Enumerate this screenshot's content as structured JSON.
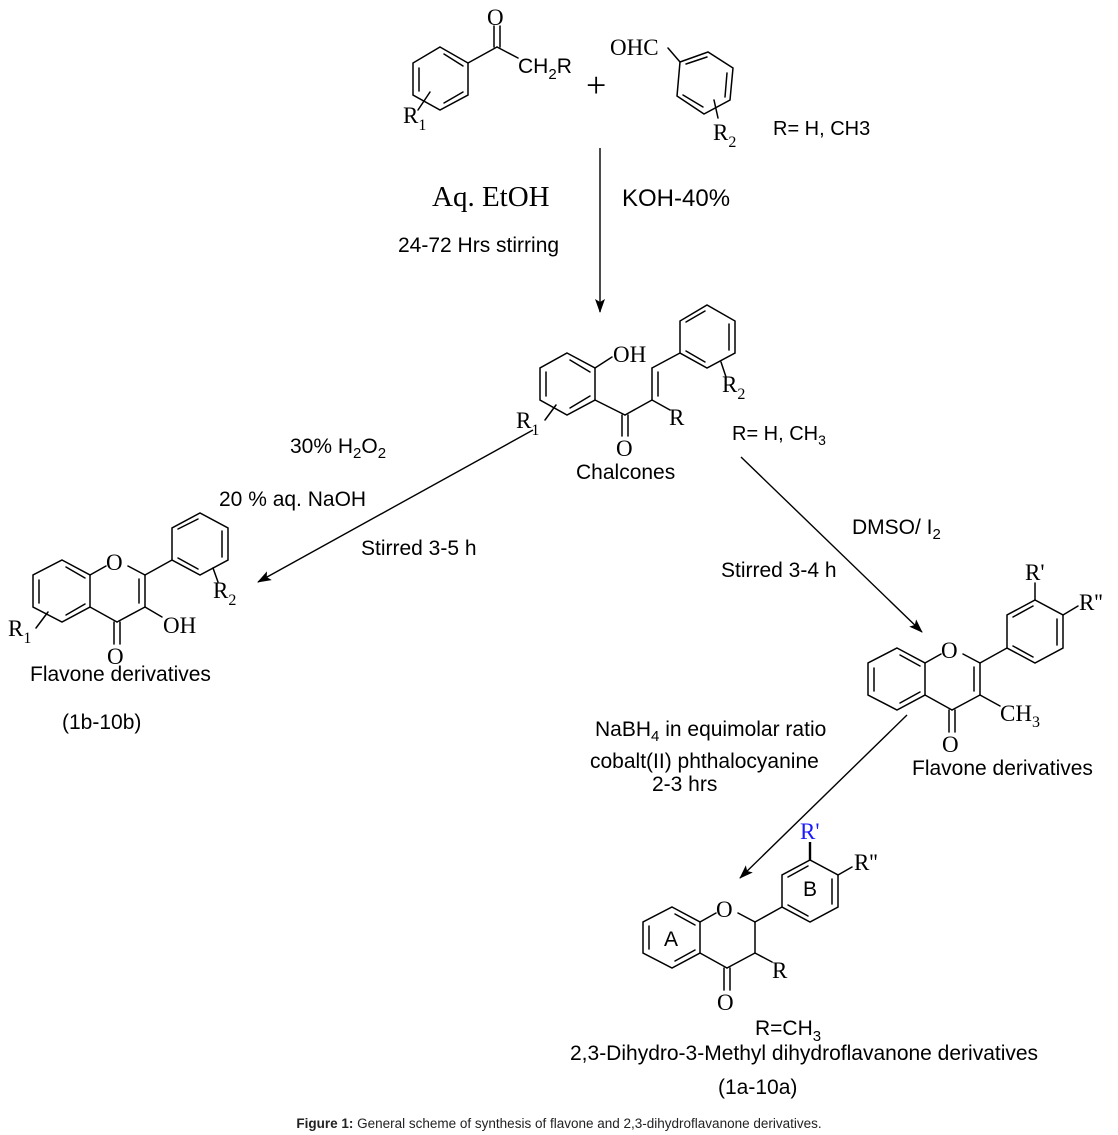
{
  "figure": {
    "caption_label": "Figure 1:",
    "caption_text": " General scheme of synthesis of flavone and 2,3-dihydroflavanone derivatives."
  },
  "reactants": {
    "ketone": {
      "carbonyl_O": "O",
      "side_chain": "CH",
      "side_chain_sub": "2",
      "side_chain_end": "R",
      "ring_sub": "R",
      "ring_sub_index": "1"
    },
    "plus": "+",
    "aldehyde": {
      "group": "OHC",
      "ring_sub": "R",
      "ring_sub_index": "2"
    },
    "r_definition": "R= H, CH3"
  },
  "step1": {
    "solvent": "Aq. EtOH",
    "base": "KOH-40%",
    "time": "24-72 Hrs stirring"
  },
  "chalcone": {
    "OH": "OH",
    "carbonyl_O": "O",
    "R": "R",
    "ring1_sub": "R",
    "ring1_sub_index": "1",
    "ring2_sub": "R",
    "ring2_sub_index": "2",
    "name": "Chalcones",
    "r_definition_prefix": "R= H, CH",
    "r_definition_sub": "3"
  },
  "step_left": {
    "reagent1_prefix": "30% H",
    "reagent1_sub1": "2",
    "reagent1_mid": "O",
    "reagent1_sub2": "2",
    "reagent2": "20 % aq.  NaOH",
    "time": "Stirred  3-5 h"
  },
  "flavonol": {
    "ring_O": "O",
    "carbonyl_O": "O",
    "OH": "OH",
    "ring1_sub": "R",
    "ring1_sub_index": "1",
    "ring2_sub": "R",
    "ring2_sub_index": "2",
    "name": "Flavone  derivatives",
    "code": "(1b-10b)"
  },
  "step_right": {
    "reagent_prefix": "DMSO/ I",
    "reagent_sub": "2",
    "time": "Stirred 3-4 h"
  },
  "methylflavone": {
    "ring_O": "O",
    "carbonyl_O": "O",
    "methyl": "CH",
    "methyl_sub": "3",
    "R_prime": "R'",
    "R_double_prime": "R''",
    "name": "Flavone  derivatives"
  },
  "step_reduction": {
    "reagent_prefix": "NaBH",
    "reagent_sub": "4",
    "reagent_suffix": " in equimolar ratio",
    "catalyst": "cobalt(II) phthalocyanine",
    "time": "2-3 hrs"
  },
  "flavanone": {
    "ring_O": "O",
    "carbonyl_O": "O",
    "R": "R",
    "R_prime": "R'",
    "R_double_prime": "R''",
    "ring_A_label": "A",
    "ring_B_label": "B",
    "r_definition_prefix": "R=CH",
    "r_definition_sub": "3",
    "name": "2,3-Dihydro-3-Methyl dihydroflavanone derivatives",
    "code": "(1a-10a)"
  },
  "colors": {
    "highlight_R_prime": "#1a1aff",
    "ink": "#000000"
  }
}
